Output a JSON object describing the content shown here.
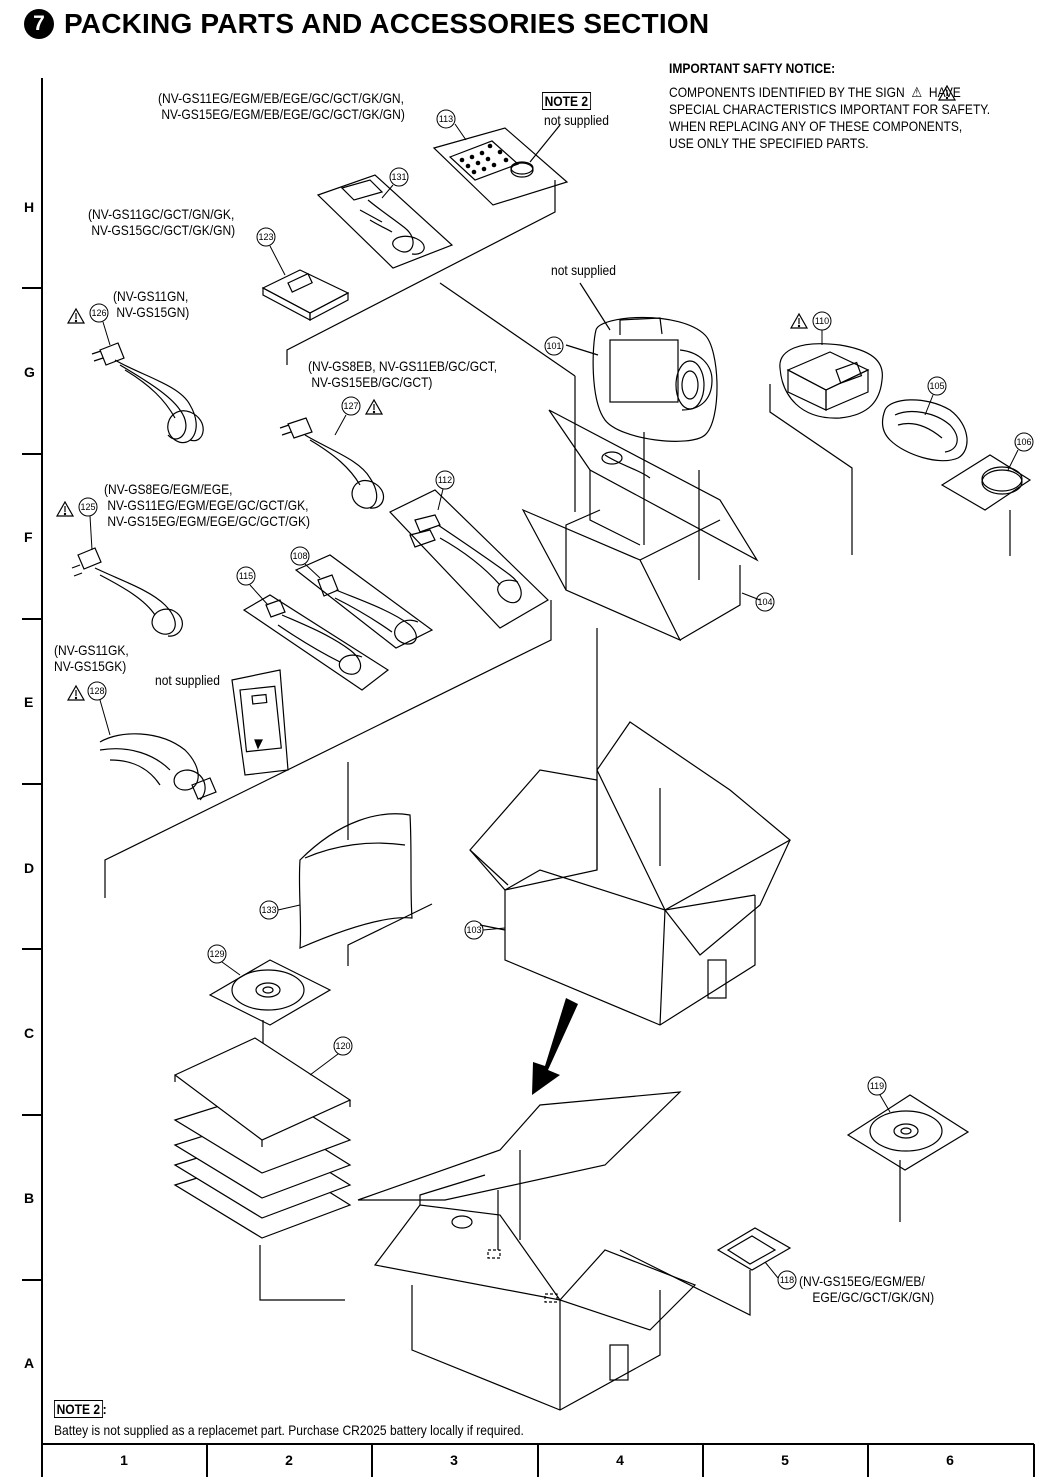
{
  "header": {
    "number": "7",
    "title": "PACKING PARTS AND ACCESSORIES SECTION"
  },
  "safety": {
    "heading": "IMPORTANT SAFTY NOTICE:",
    "lines": [
      "COMPONENTS IDENTIFIED BY THE SIGN  ⚠  HAVE",
      "SPECIAL CHARACTERISTICS IMPORTANT FOR SAFETY.",
      "WHEN REPLACING ANY OF THESE COMPONENTS,",
      "USE ONLY THE SPECIFIED PARTS."
    ]
  },
  "model_notes": {
    "n113": "(NV-GS11EG/EGM/EB/EGE/GC/GCT/GK/GN,\n NV-GS15EG/EGM/EB/EGE/GC/GCT/GK/GN)",
    "n123": "(NV-GS11GC/GCT/GN/GK,\n NV-GS15GC/GCT/GK/GN)",
    "n126": "(NV-GS11GN,\n NV-GS15GN)",
    "n127": "(NV-GS8EB, NV-GS11EB/GC/GCT,\n NV-GS15EB/GC/GCT)",
    "n125": "(NV-GS8EG/EGM/EGE,\n NV-GS11EG/EGM/EGE/GC/GCT/GK,\n NV-GS15EG/EGM/EGE/GC/GCT/GK)",
    "n128": "(NV-GS11GK,\nNV-GS15GK)",
    "n118": "(NV-GS15EG/EGM/EB/\n    EGE/GC/GCT/GK/GN)"
  },
  "labels": {
    "note2": "NOTE 2",
    "not_supplied": "not supplied"
  },
  "parts": [
    "113",
    "131",
    "123",
    "126",
    "101",
    "110",
    "105",
    "106",
    "127",
    "125",
    "112",
    "108",
    "115",
    "104",
    "128",
    "133",
    "103",
    "129",
    "120",
    "119",
    "118"
  ],
  "footer": {
    "note_label": "NOTE 2",
    "note_colon": ":",
    "note_text": "Battey is not supplied as a replacemet part. Purchase CR2025 battery locally if required."
  },
  "grid": {
    "rows": [
      "H",
      "G",
      "F",
      "E",
      "D",
      "C",
      "B",
      "A"
    ],
    "cols": [
      "1",
      "2",
      "3",
      "4",
      "5",
      "6"
    ]
  }
}
